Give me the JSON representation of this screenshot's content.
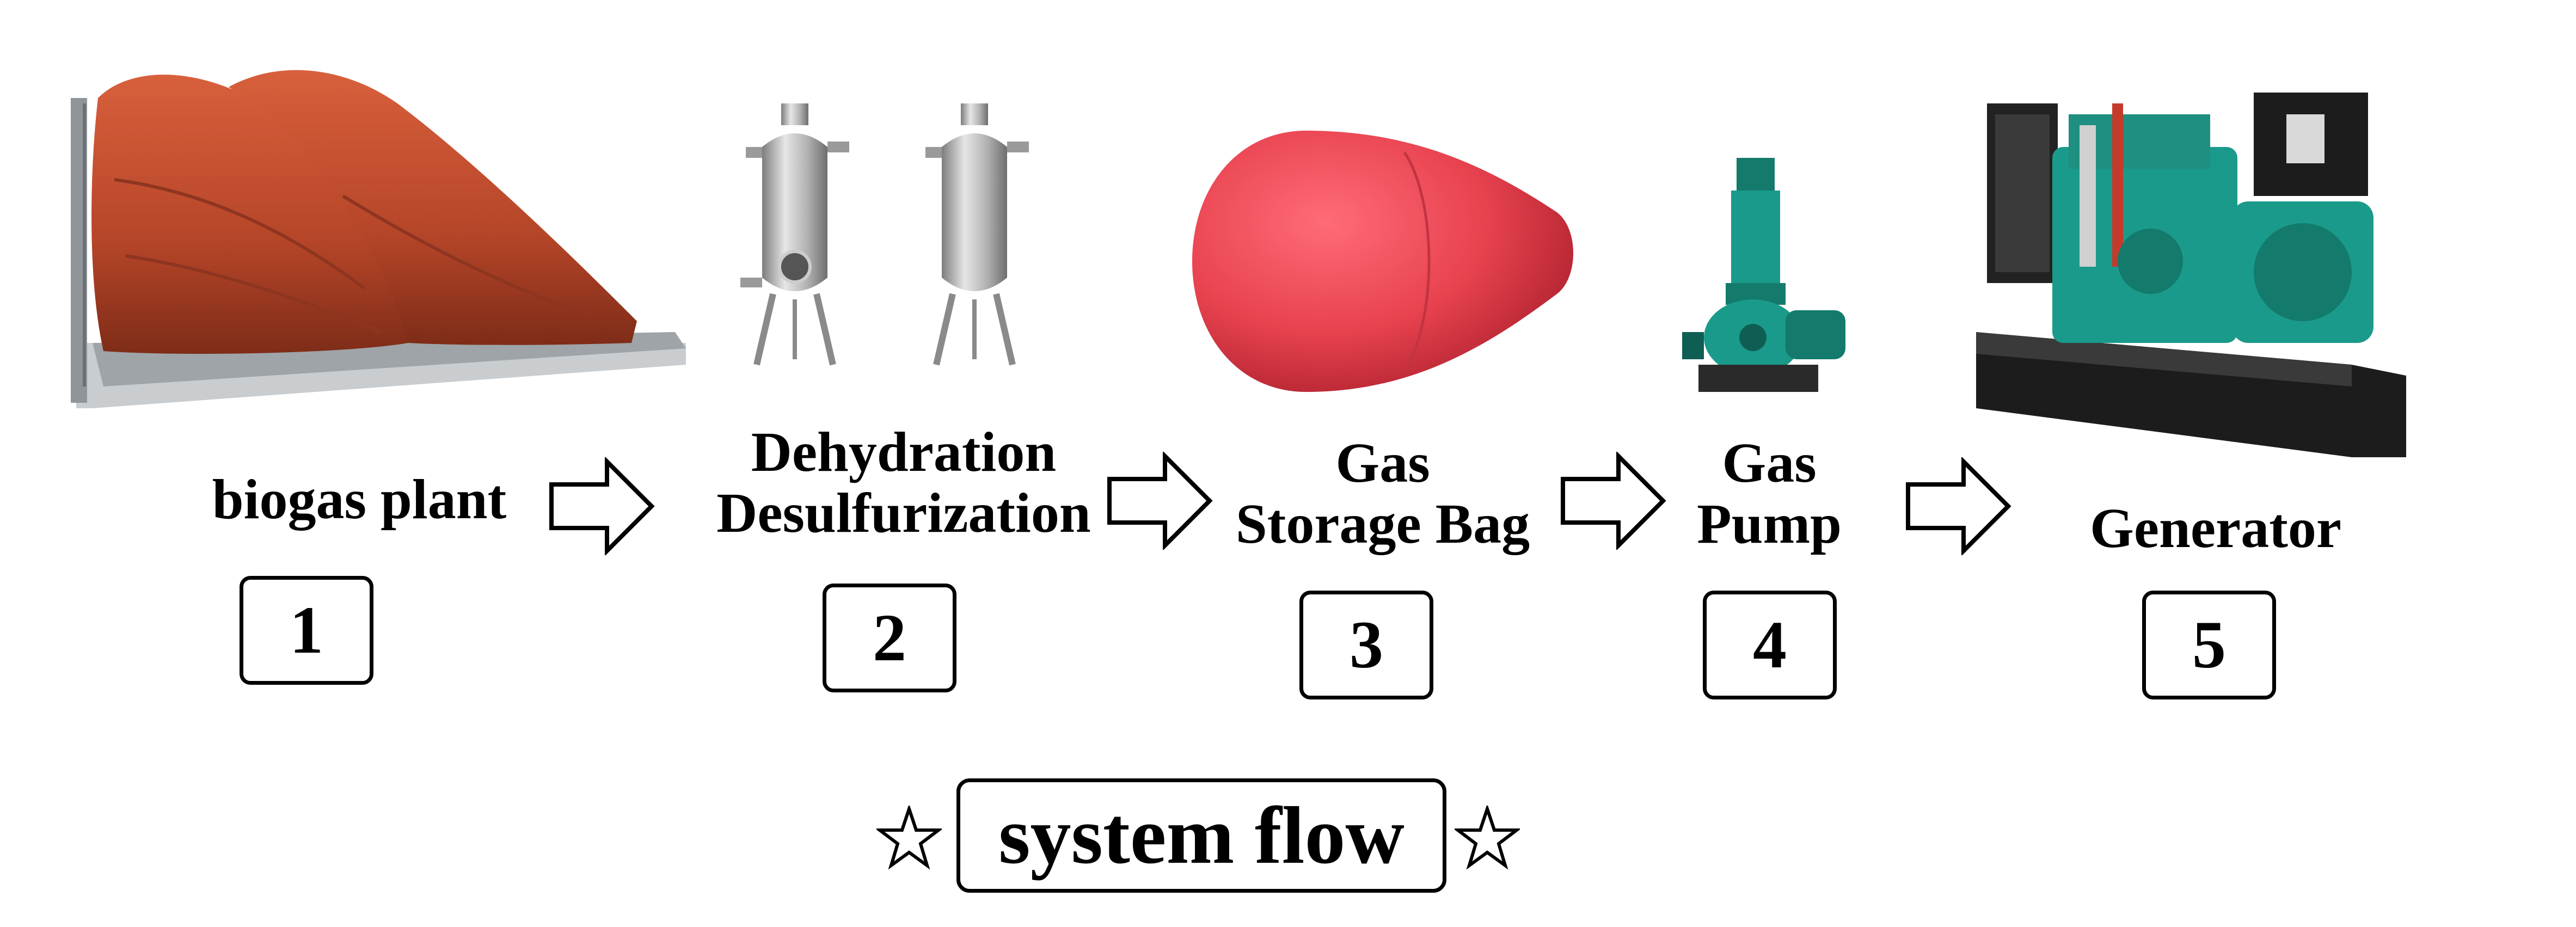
{
  "steps": [
    {
      "number": "1",
      "label_lines": [
        "biogas plant"
      ],
      "icon": "biogas-plant-bags-icon"
    },
    {
      "number": "2",
      "label_lines": [
        "Dehydration",
        "Desulfurization"
      ],
      "icon": "desulfurization-tanks-icon"
    },
    {
      "number": "3",
      "label_lines": [
        "Gas",
        "Storage Bag"
      ],
      "icon": "gas-storage-bag-icon"
    },
    {
      "number": "4",
      "label_lines": [
        "Gas",
        "Pump"
      ],
      "icon": "gas-pump-icon"
    },
    {
      "number": "5",
      "label_lines": [
        "Generator"
      ],
      "icon": "generator-icon"
    }
  ],
  "title": "system flow",
  "colors": {
    "bag_red": "#b94a2c",
    "storage_red": "#e8424f",
    "steel": "#b8b8b8",
    "teal": "#1a9a8a",
    "frame": "#1c1c1c"
  }
}
